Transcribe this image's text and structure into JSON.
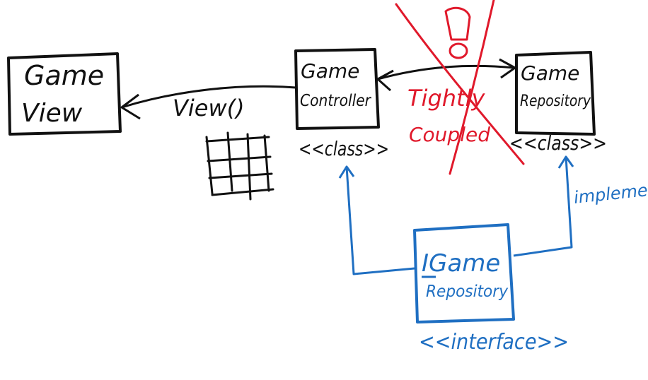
{
  "nodes": {
    "game_view": {
      "line1": "Game",
      "line2": "View"
    },
    "game_controller": {
      "line1": "Game",
      "line2": "Controller",
      "stereotype": "<<class>>"
    },
    "game_repository": {
      "line1": "Game",
      "line2": "Repository",
      "stereotype": "<<class>>"
    },
    "igame_repository": {
      "line1": "IGame",
      "line2": "Repository",
      "stereotype": "<<interface>>"
    }
  },
  "edges": {
    "view_call": "View()",
    "tight_coupling_line1": "Tightly",
    "tight_coupling_line2": "Coupled",
    "implement": "implement"
  },
  "marks": {
    "warning": "!"
  },
  "colors": {
    "black": "#111111",
    "red": "#e0192b",
    "blue": "#1f6fc2"
  }
}
